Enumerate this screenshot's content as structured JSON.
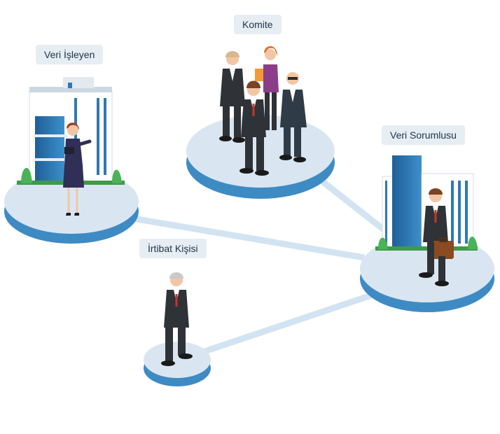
{
  "nodes": {
    "veri_isleyen": {
      "label": "Veri İşleyen"
    },
    "komite": {
      "label": "Komite"
    },
    "veri_sorumlusu": {
      "label": "Veri Sorumlusu"
    },
    "irtibat_kisisi": {
      "label": "İrtibat Kişisi"
    }
  },
  "connections": [
    {
      "from": "Veri İşleyen",
      "to": "Veri Sorumlusu"
    },
    {
      "from": "Komite",
      "to": "Veri Sorumlusu"
    },
    {
      "from": "İrtibat Kişisi",
      "to": "Veri Sorumlusu"
    }
  ],
  "colors": {
    "platform_top": "#dde8f3",
    "platform_side": "#4a93c9",
    "connector": "#cfe0f1",
    "suit": "#2f3237",
    "building_glass": "#2f78b4"
  }
}
